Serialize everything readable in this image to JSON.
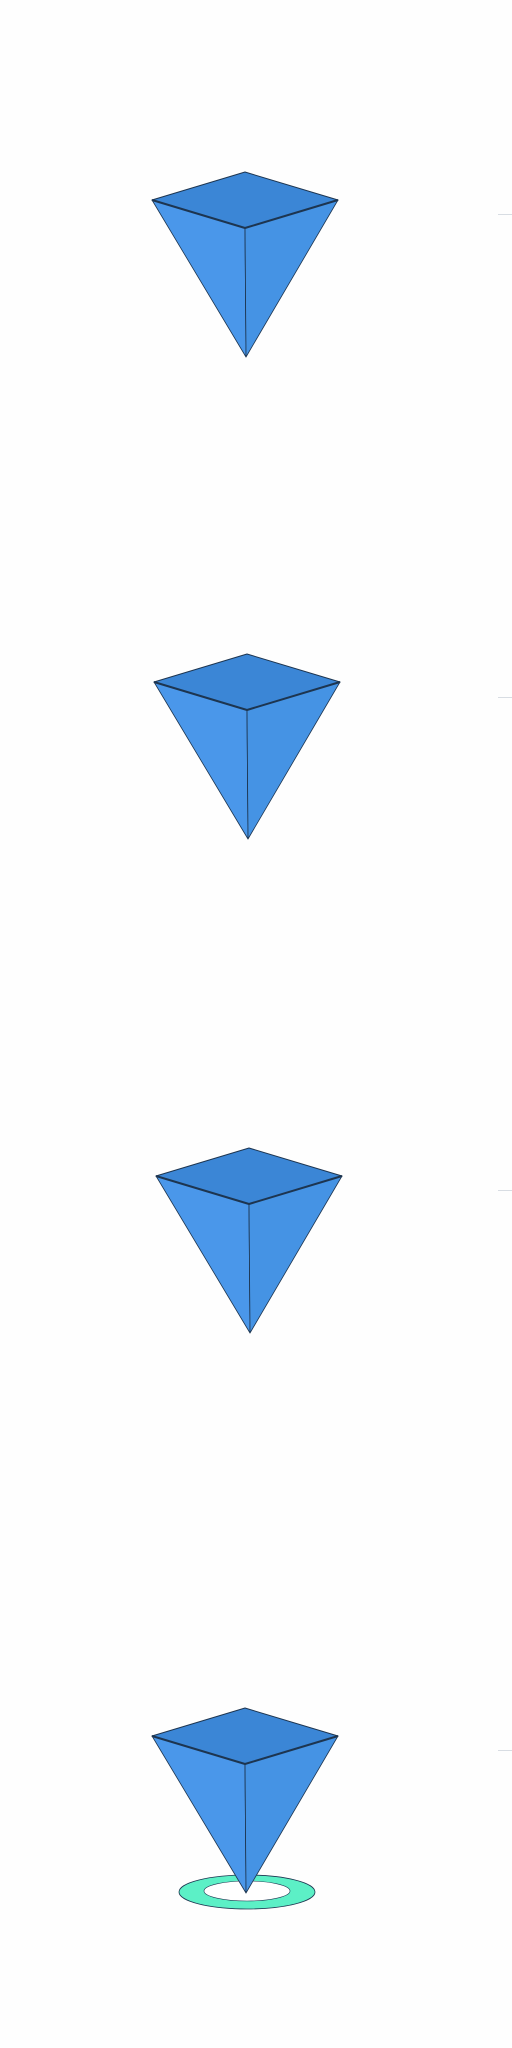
{
  "scene": {
    "object": "inverted-pyramid-marker",
    "colors": {
      "top_face": "#3b86d6",
      "left_face": "#4a97ea",
      "right_face": "#4593e4",
      "edge": "#1d3550",
      "ring_fill": "#5cf0c6",
      "ring_hole": "#ffffff",
      "background": "#fefefe"
    },
    "frames": [
      {
        "id": "frame-1",
        "ring_visible": false
      },
      {
        "id": "frame-2",
        "ring_visible": false
      },
      {
        "id": "frame-3",
        "ring_visible": false
      },
      {
        "id": "frame-4",
        "ring_visible": true
      }
    ]
  }
}
